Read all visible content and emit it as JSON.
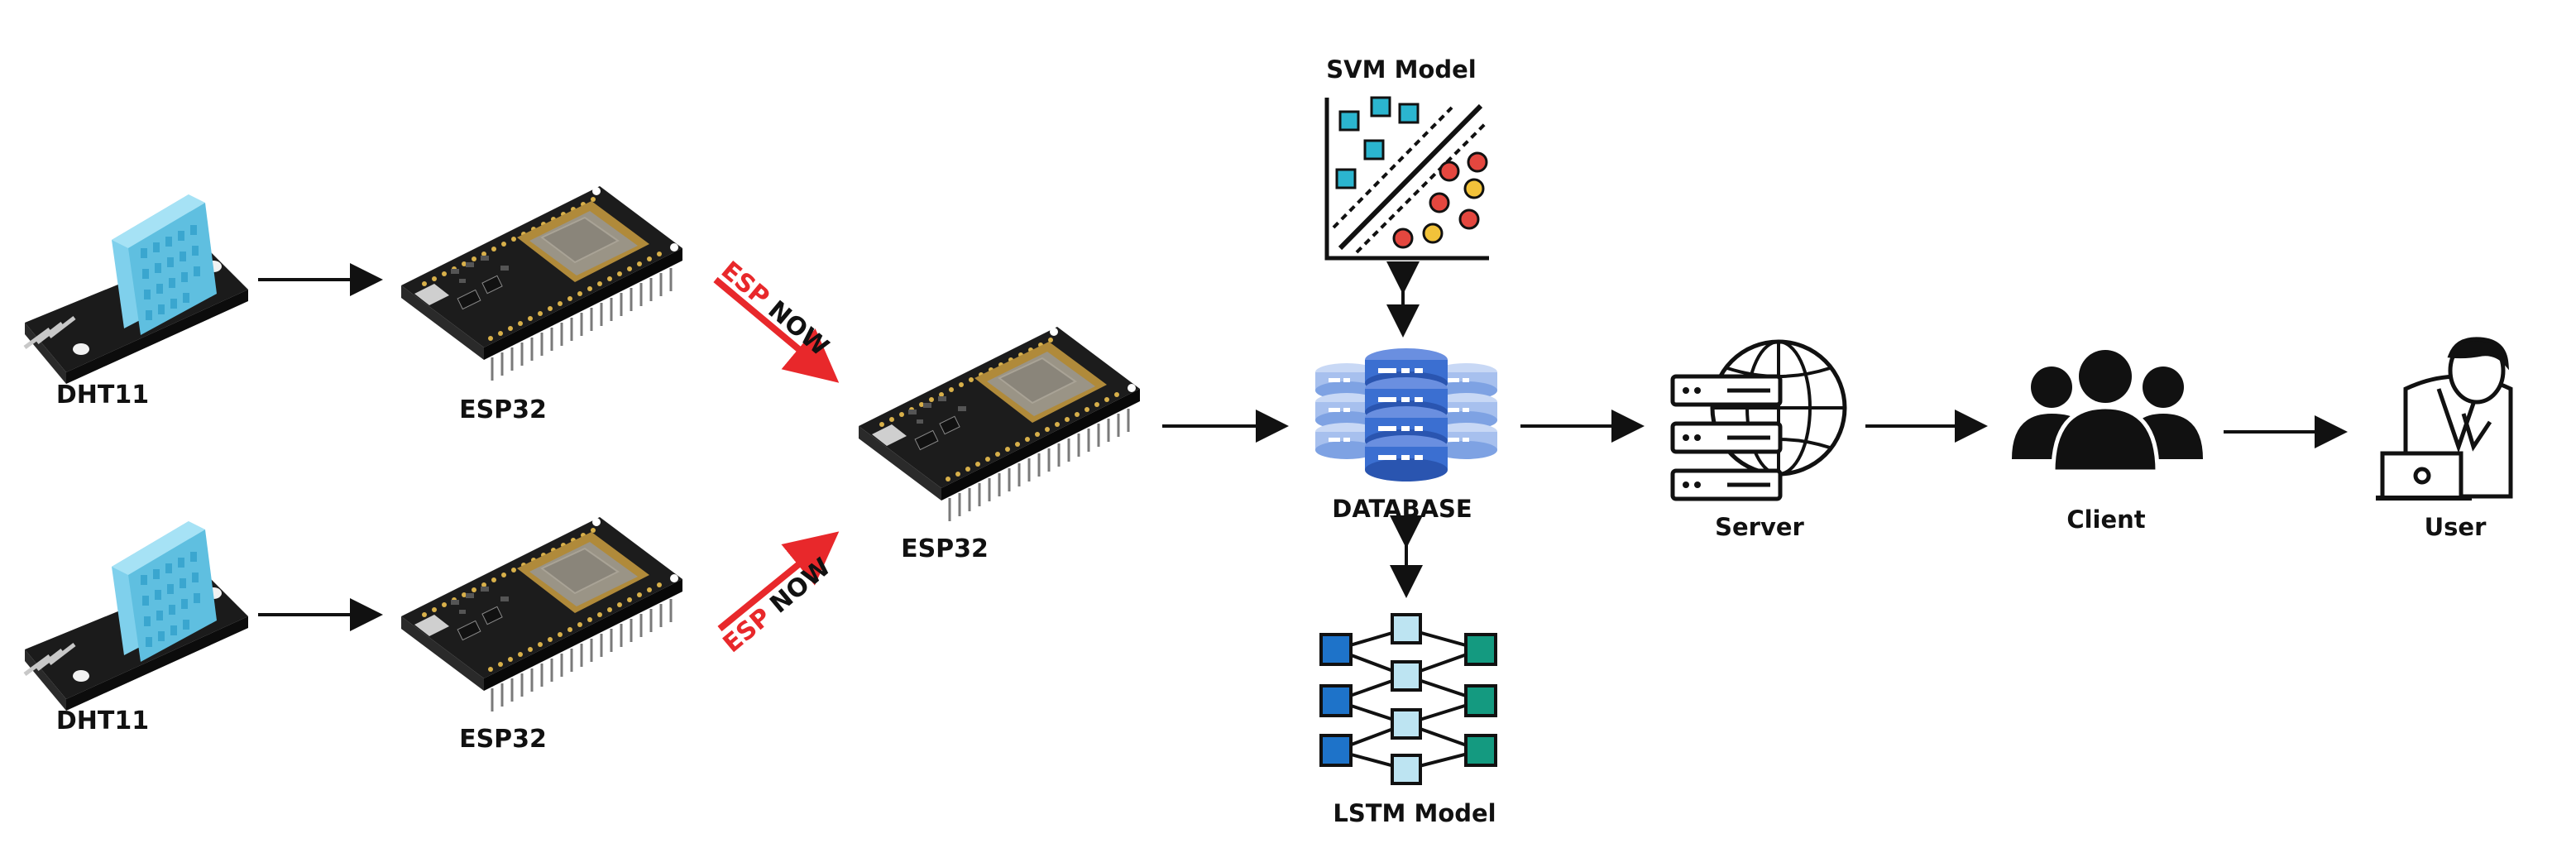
{
  "labels": {
    "dht_top": "DHT11",
    "dht_bottom": "DHT11",
    "esp32_top": "ESP32",
    "esp32_bottom": "ESP32",
    "esp32_center": "ESP32",
    "svm": "SVM Model",
    "database": "DATABASE",
    "lstm": "LSTM Model",
    "server": "Server",
    "client": "Client",
    "user": "User"
  },
  "esp_now": {
    "word1": "ESP",
    "word2": "NOW",
    "word1_color": "#e8282b",
    "word2_color": "#111111",
    "arrow_color": "#e8282b"
  },
  "colors": {
    "arrow": "#111111",
    "sensor_blue": "#7fd0ec",
    "board_black": "#1c1c1c",
    "db_blue": "#3b6fd1",
    "svm_cyan": "#2bb5cf",
    "svm_red": "#e4473f",
    "svm_yellow": "#f2c23a",
    "lstm_blue": "#1e73c9",
    "lstm_teal": "#149a80",
    "lstm_light": "#bde4f2"
  }
}
